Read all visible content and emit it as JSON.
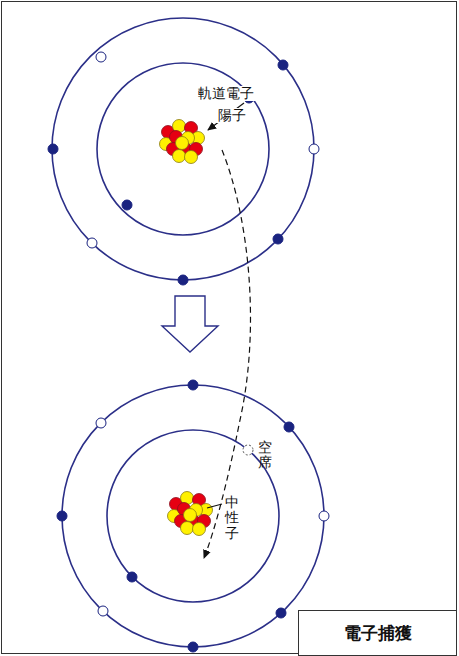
{
  "diagram": {
    "nodes": [
      {
        "text": [
          "電子捕獲"
        ]
      }
    ],
    "labels": [
      "軌道電子",
      "陽子",
      "空席",
      "中性子"
    ]
  }
}
